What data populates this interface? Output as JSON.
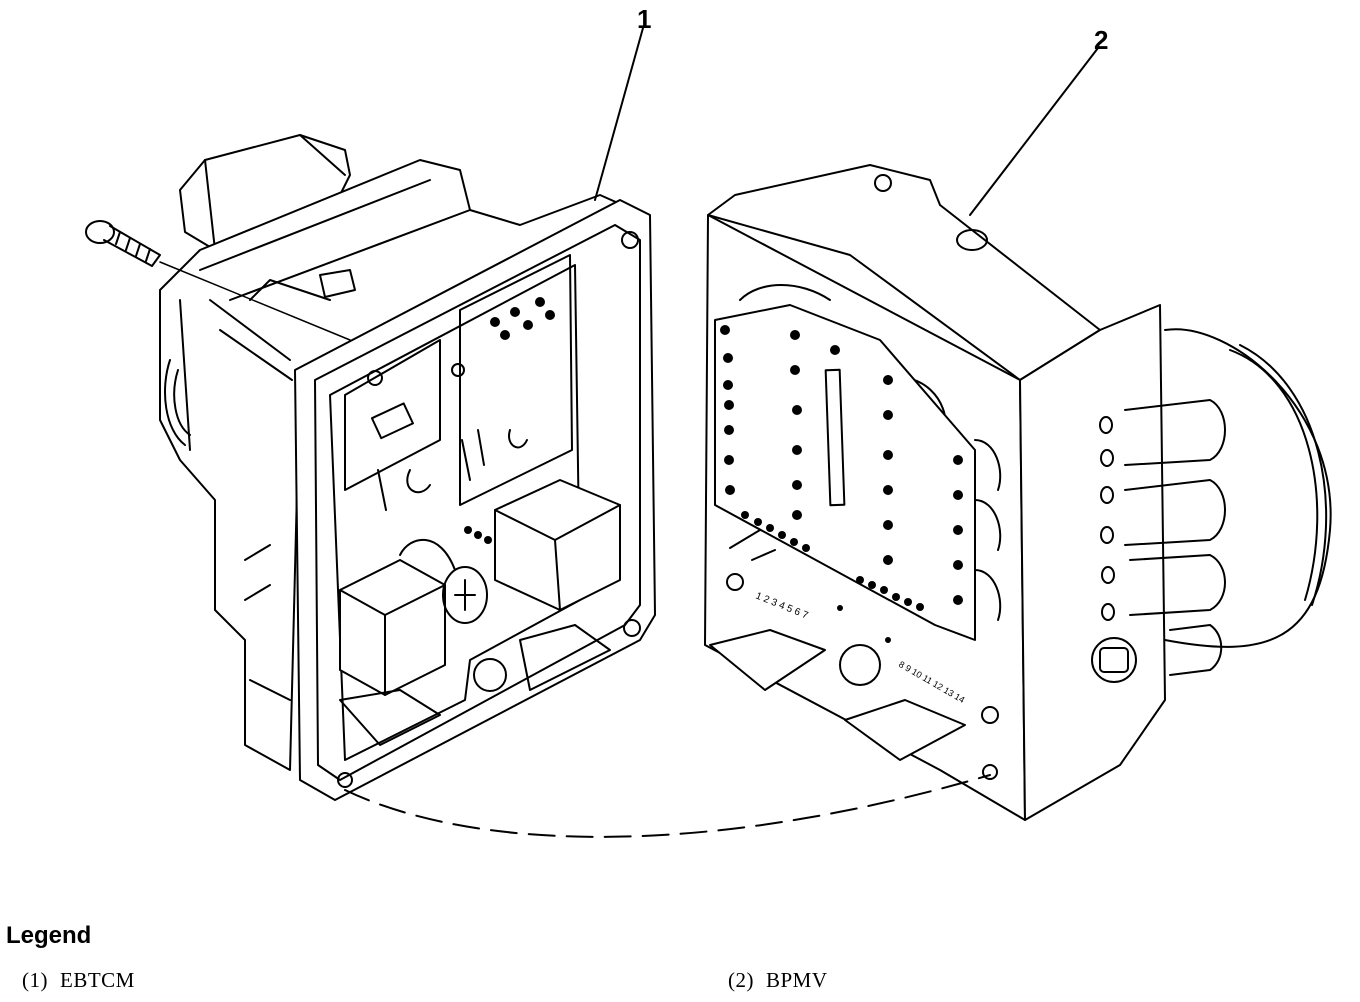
{
  "callouts": [
    {
      "id": "1",
      "label": "1"
    },
    {
      "id": "2",
      "label": "2"
    }
  ],
  "pcb_labels": {
    "left_row": "1 2 3 4 5 6 7",
    "right_row": "8 9 10 11 12 13 14"
  },
  "legend": {
    "heading": "Legend",
    "items": [
      {
        "number": "(1)",
        "text": "EBTCM"
      },
      {
        "number": "(2)",
        "text": "BPMV"
      }
    ]
  }
}
